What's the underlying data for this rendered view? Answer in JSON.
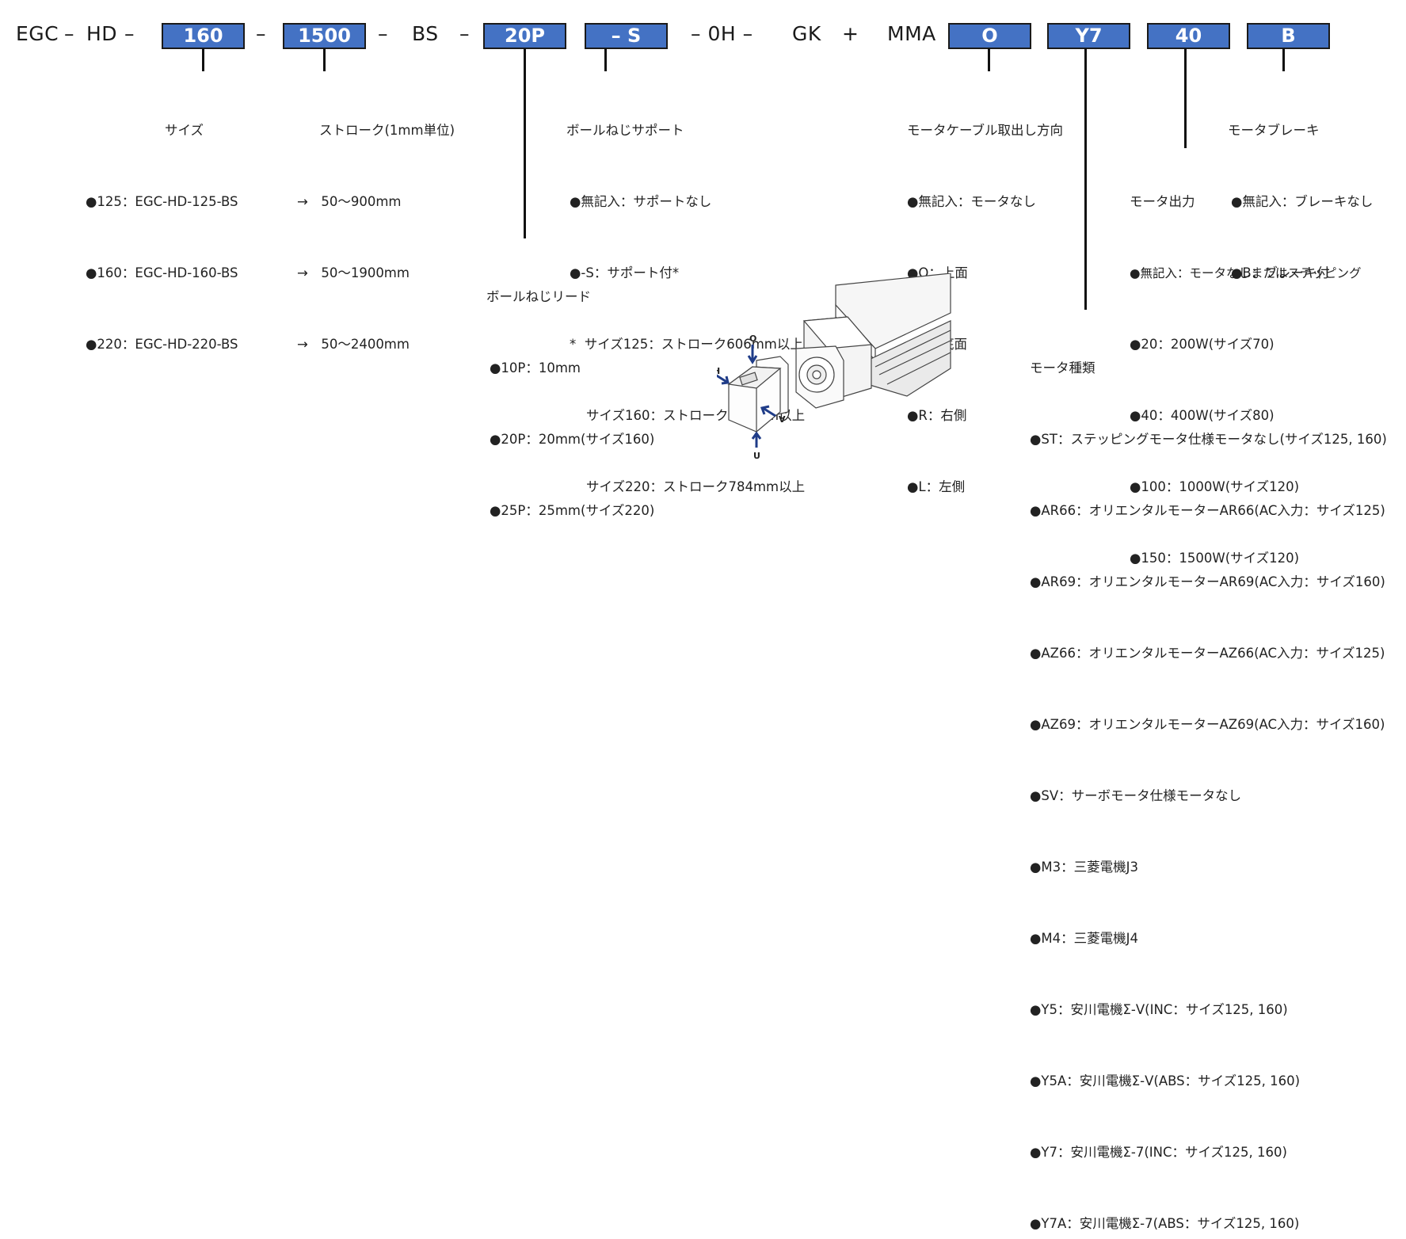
{
  "model_code": {
    "prefix": "EGC",
    "dash1": "–",
    "series": "HD",
    "dash2": "–",
    "size_value": "160",
    "dash3": "–",
    "stroke_value": "1500",
    "dash4": "–",
    "screw_type": "BS",
    "dash5": "–",
    "lead_value": "20P",
    "support_value": "– S",
    "fixed_mid": "– 0H –",
    "gk": "GK",
    "plus": "+",
    "mma": "MMA",
    "cable_value": "O",
    "motor_type_value": "Y7",
    "motor_output_value": "40",
    "brake_value": "B",
    "box_color": "#4472c4"
  },
  "size": {
    "title": "サイズ",
    "items": [
      "●125：EGC-HD-125-BS",
      "●160：EGC-HD-160-BS",
      "●220：EGC-HD-220-BS"
    ]
  },
  "stroke": {
    "title": "ストローク(1mm単位)",
    "items": [
      "→　50～900mm",
      "→　50～1900mm",
      "→　50～2400mm"
    ]
  },
  "support": {
    "title": "ボールねじサポート",
    "items": [
      "●無記入：サポートなし",
      "●-S：サポート付*",
      "*  サイズ125：ストローク606mm以上",
      "    サイズ160：ストローク681mm以上",
      "    サイズ220：ストローク784mm以上"
    ]
  },
  "lead": {
    "title": "ボールねじリード",
    "items": [
      "●10P：10mm",
      "●20P：20mm(サイズ160)",
      "●25P：25mm(サイズ220)"
    ]
  },
  "cable": {
    "title": "モータケーブル取出し方向",
    "items": [
      "●無記入：モータなし",
      "●O：上面",
      "●U：底面",
      "●R：右側",
      "●L：左側"
    ]
  },
  "brake": {
    "title": "モータブレーキ",
    "items": [
      "●無記入：ブレーキなし",
      "●B：ブレーキ付"
    ]
  },
  "output": {
    "title": "モータ出力",
    "items": [
      "●無記入：モータなしまたはステッピング",
      "●20：200W(サイズ70)",
      "●40：400W(サイズ80)",
      "●100：1000W(サイズ120)",
      "●150：1500W(サイズ120)"
    ]
  },
  "motor_type": {
    "title": "モータ種類",
    "items": [
      "●ST：ステッピングモータ仕様モータなし(サイズ125, 160)",
      "●AR66：オリエンタルモーターAR66(AC入力：サイズ125)",
      "●AR69：オリエンタルモーターAR69(AC入力：サイズ160)",
      "●AZ66：オリエンタルモーターAZ66(AC入力：サイズ125)",
      "●AZ69：オリエンタルモーターAZ69(AC入力：サイズ160)",
      "●SV：サーボモータ仕様モータなし",
      "●M3：三菱電機J3",
      "●M4：三菱電機J4",
      "●Y5：安川電機Σ-V(INC：サイズ125, 160)",
      "●Y5A：安川電機Σ-V(ABS：サイズ125, 160)",
      "●Y7：安川電機Σ-7(INC：サイズ125, 160)",
      "●Y7A：安川電機Σ-7(ABS：サイズ125, 160)"
    ]
  },
  "illustration": {
    "labels": {
      "top": "O",
      "left": "H",
      "right": "V",
      "bottom": "U"
    },
    "arrow_color": "#1f3c88"
  }
}
